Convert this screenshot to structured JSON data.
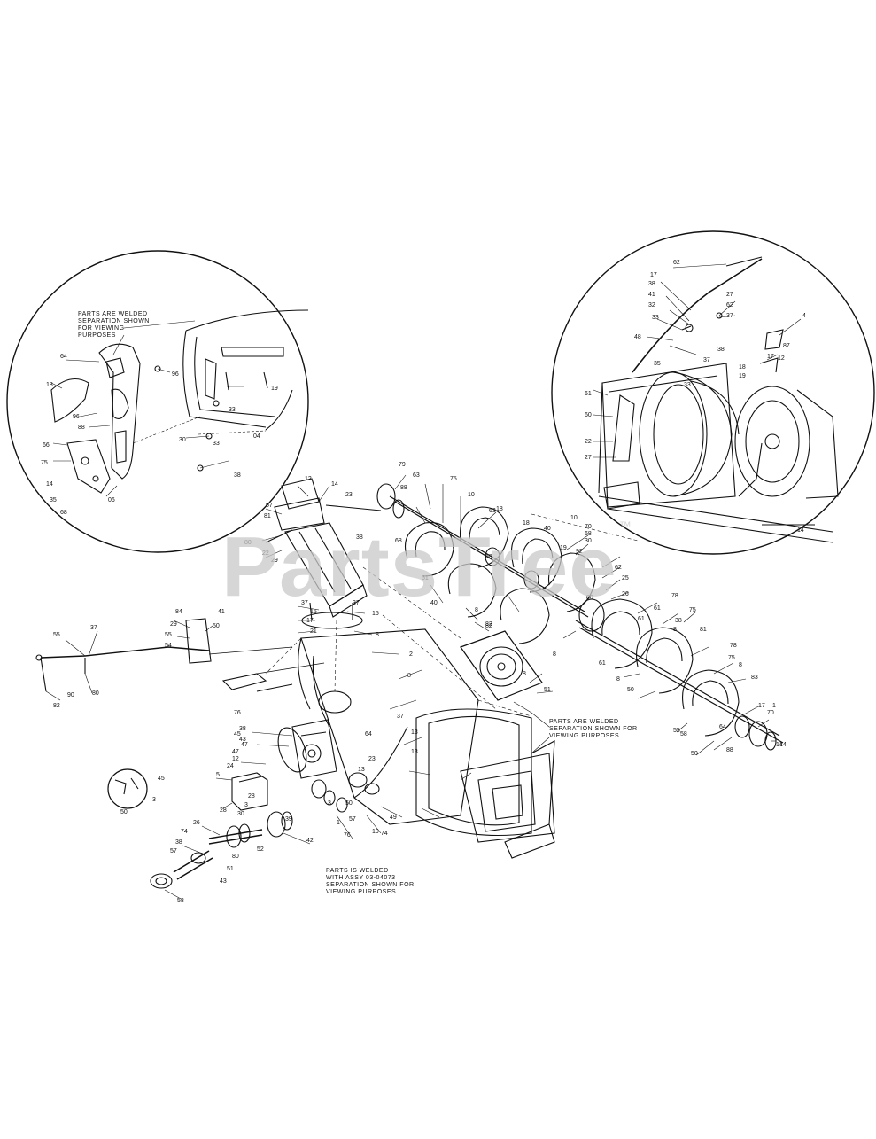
{
  "watermark": {
    "text": "PartsTree",
    "trademark": "™"
  },
  "notes": {
    "left_inset": [
      "PARTS ARE WELDED",
      "SEPARATION SHOWN",
      "FOR VIEWING",
      "PURPOSES"
    ],
    "main_right": [
      "PARTS ARE WELDED",
      "SEPARATION SHOWN FOR",
      "VIEWING PURPOSES"
    ],
    "main_bottom": [
      "PARTS IS WELDED",
      "WITH ASSY 03-04073",
      "SEPARATION SHOWN FOR",
      "VIEWING PURPOSES"
    ]
  },
  "callouts": {
    "left_inset": [
      "96",
      "18",
      "64",
      "96",
      "88",
      "19",
      "33",
      "33",
      "30",
      "04",
      "38",
      "66",
      "75",
      "35",
      "68",
      "06",
      "14"
    ],
    "right_inset": [
      "62",
      "17",
      "38",
      "41",
      "32",
      "33",
      "48",
      "27",
      "62",
      "37",
      "35",
      "61",
      "60",
      "22",
      "27",
      "87",
      "12",
      "4",
      "17",
      "18",
      "19",
      "33",
      "37",
      "38",
      "14"
    ],
    "upper_center": [
      "12",
      "14",
      "23",
      "79",
      "67",
      "81",
      "80",
      "22",
      "29",
      "15",
      "17",
      "21",
      "37",
      "37",
      "38",
      "8",
      "15",
      "63",
      "68",
      "88",
      "63",
      "75",
      "18",
      "10",
      "10",
      "68",
      "18",
      "61",
      "40",
      "40",
      "8",
      "62",
      "25",
      "26"
    ],
    "left_main": [
      "84",
      "41",
      "55",
      "29",
      "55",
      "54",
      "37",
      "80",
      "82",
      "90",
      "50",
      "2"
    ],
    "center_main": [
      "45",
      "38",
      "47",
      "43",
      "47",
      "12",
      "24",
      "5",
      "76",
      "45",
      "28",
      "50",
      "3",
      "3",
      "30",
      "28",
      "74",
      "26",
      "38",
      "57",
      "80",
      "51",
      "43",
      "52",
      "39",
      "42",
      "58",
      "23",
      "13",
      "13",
      "10",
      "57",
      "1",
      "76",
      "74",
      "49",
      "64",
      "8",
      "37",
      "50",
      "3",
      "13"
    ],
    "right_main": [
      "78",
      "82",
      "61",
      "8",
      "38",
      "75",
      "81",
      "78",
      "75",
      "8",
      "83",
      "17",
      "70",
      "14",
      "1",
      "88",
      "64",
      "58",
      "8",
      "61",
      "14",
      "92",
      "19",
      "30",
      "68",
      "70",
      "80",
      "61",
      "8",
      "55",
      "50",
      "50",
      "51",
      "8",
      "82"
    ]
  }
}
